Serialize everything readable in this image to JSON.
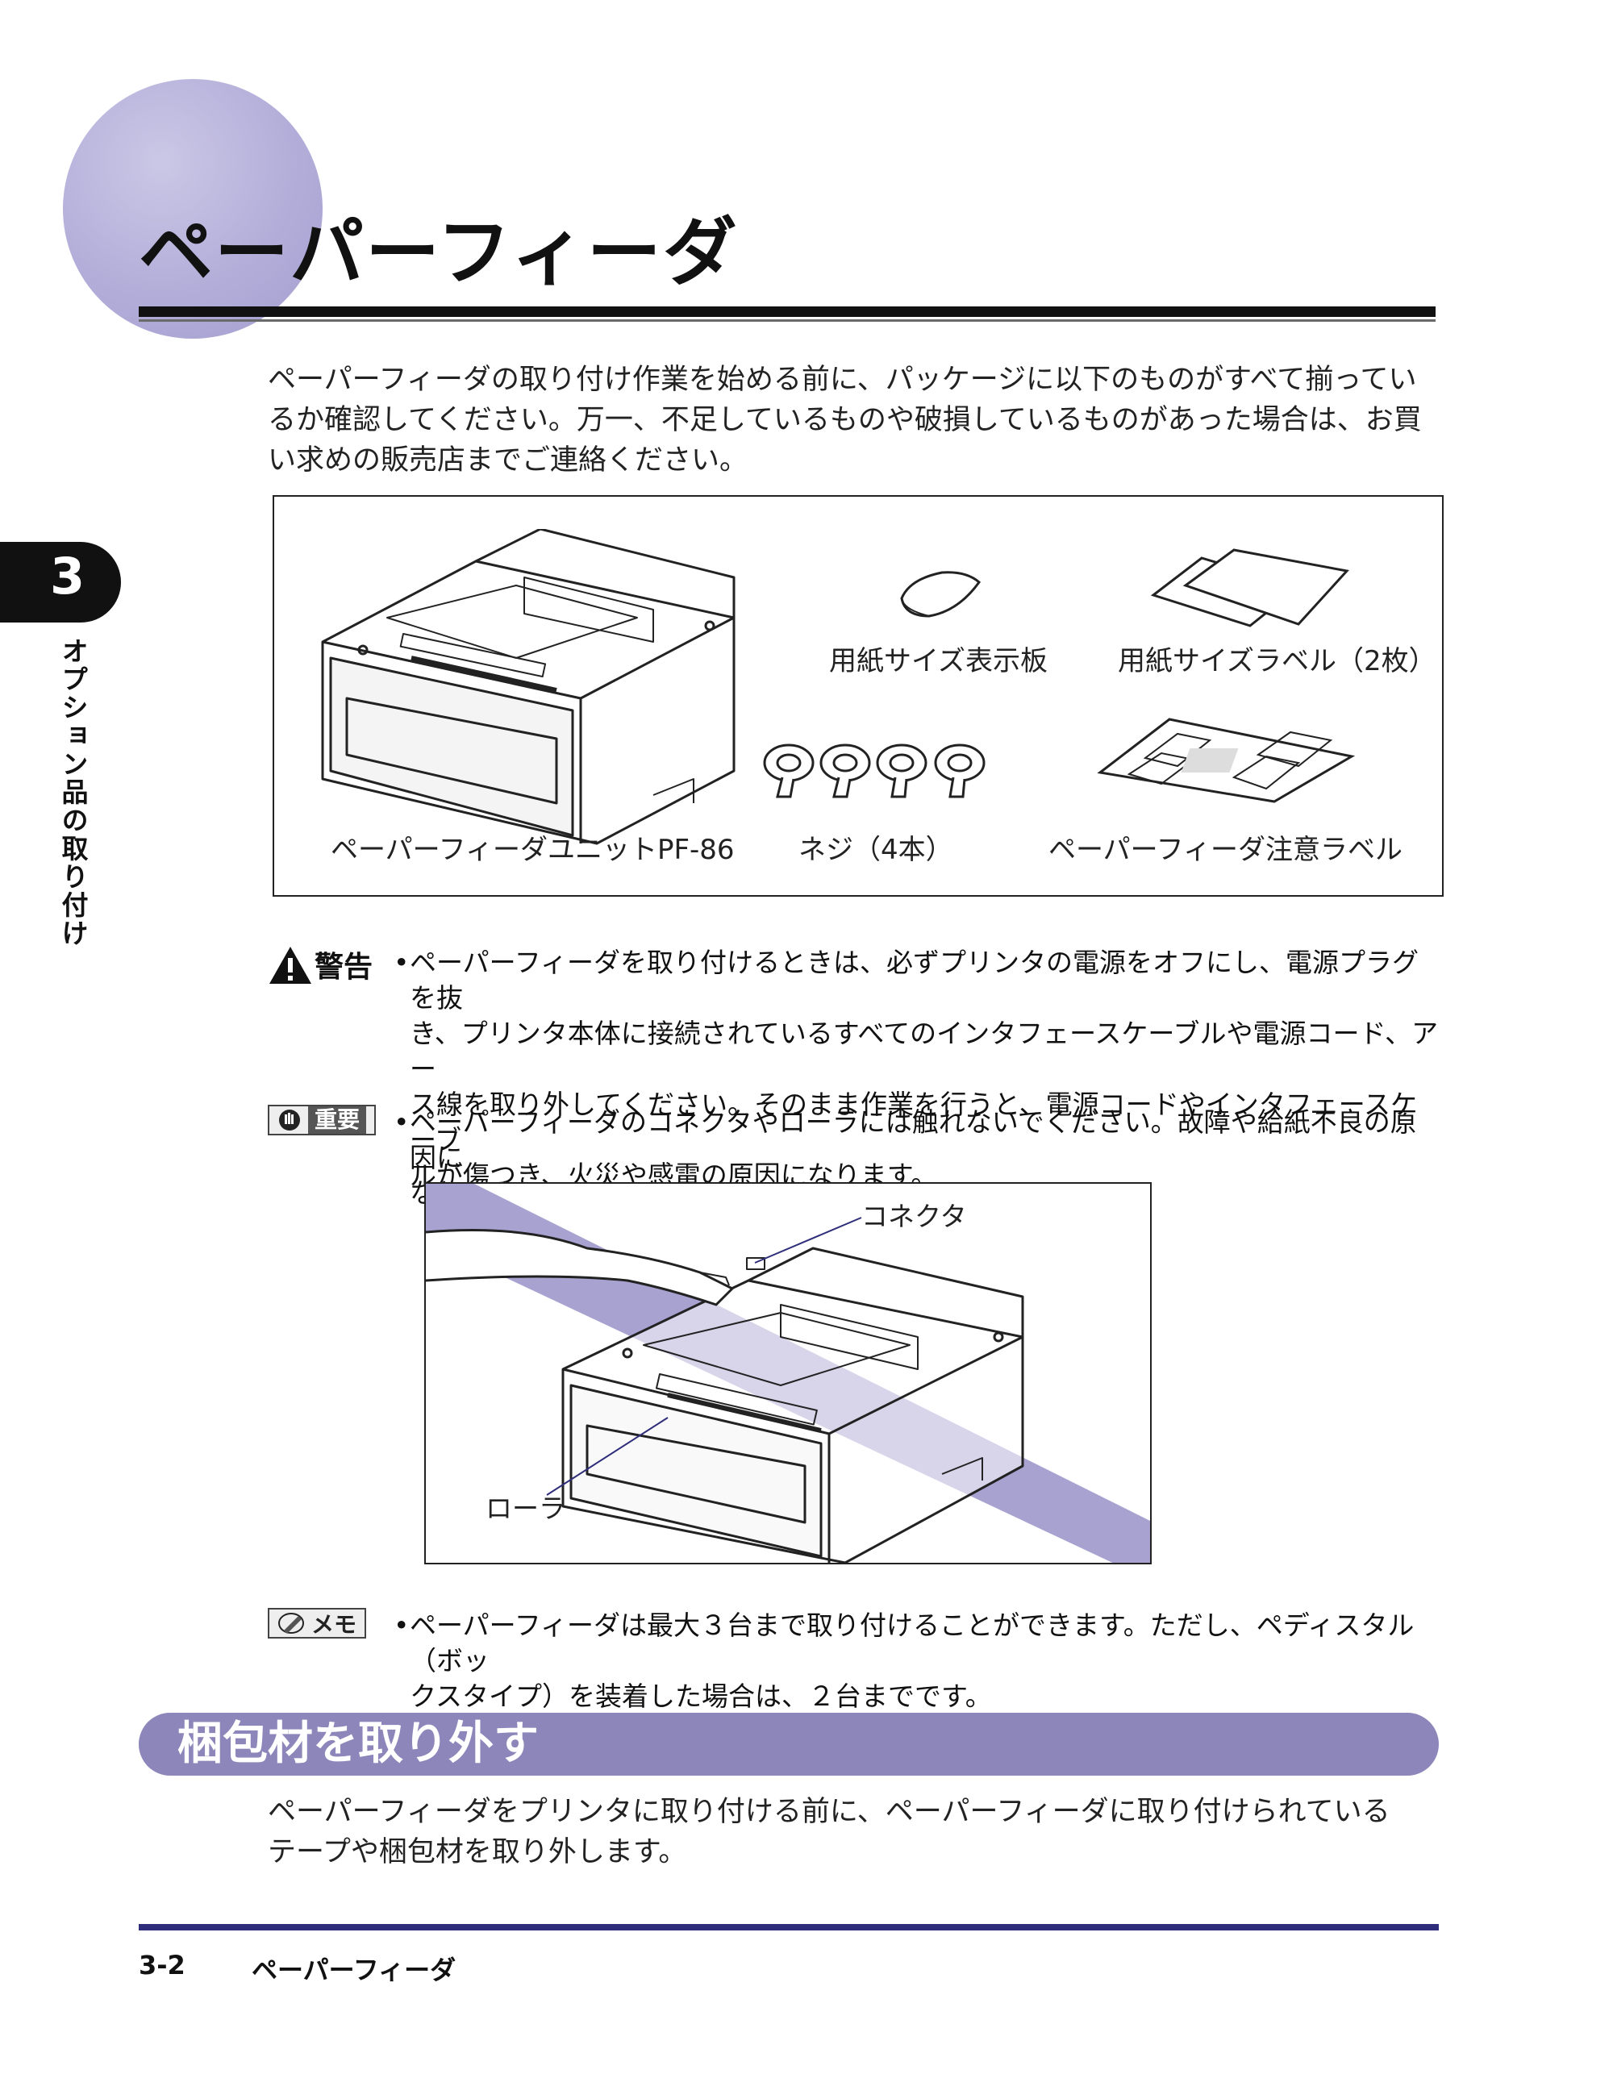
{
  "page": {
    "title": "ペーパーフィーダ",
    "chapter_number": "3",
    "chapter_title": "オプション品の取り付け",
    "intro": [
      "ペーパーフィーダの取り付け作業を始める前に、パッケージに以下のものがすべて揃ってい",
      "るか確認してください。万一、不足しているものや破損しているものがあった場合は、お買",
      "い求めの販売店までご連絡ください。"
    ]
  },
  "parts": {
    "unit": "ペーパーフィーダユニットPF-86",
    "size_plate": "用紙サイズ表示板",
    "size_label": "用紙サイズラベル（2枚）",
    "screws": "ネジ（4本）",
    "caution_label": "ペーパーフィーダ注意ラベル"
  },
  "warning": {
    "label": "警告",
    "lines": [
      "ペーパーフィーダを取り付けるときは、必ずプリンタの電源をオフにし、電源プラグを抜",
      "き、プリンタ本体に接続されているすべてのインタフェースケーブルや電源コード、アー",
      "ス線を取り外してください。そのまま作業を行うと、電源コードやインタフェースケーブ",
      "ルが傷つき、火災や感電の原因になります。"
    ]
  },
  "important": {
    "label": "重要",
    "lines": [
      "ペーパーフィーダのコネクタやローラには触れないでください。故障や給紙不良の原因に",
      "なります。"
    ]
  },
  "figure": {
    "connector": "コネクタ",
    "roller": "ローラ"
  },
  "memo": {
    "label": "メモ",
    "lines": [
      "ペーパーフィーダは最大３台まで取り付けることができます。ただし、ペディスタル（ボッ",
      "クスタイプ）を装着した場合は、２台までです。"
    ]
  },
  "section": {
    "title": "梱包材を取り外す",
    "lines": [
      "ペーパーフィーダをプリンタに取り付ける前に、ペーパーフィーダに取り付けられている",
      "テープや梱包材を取り外します。"
    ]
  },
  "footer": {
    "page_number": "3-2",
    "title": "ペーパーフィーダ"
  }
}
